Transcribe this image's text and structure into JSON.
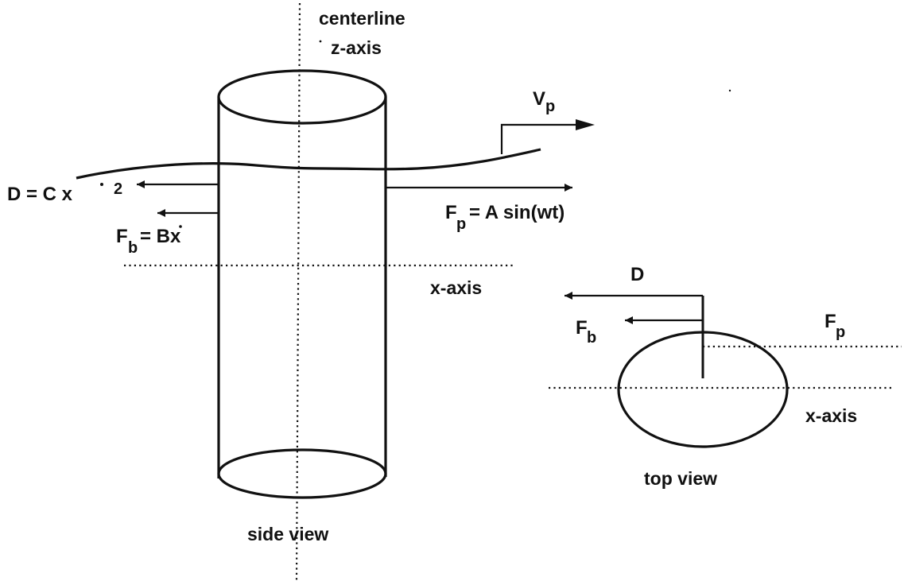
{
  "labels": {
    "centerline": "centerline",
    "z_axis": "z-axis",
    "v_p_main": "V",
    "v_p_sub": "p",
    "drag_eq": "D = C x",
    "drag_exp": "2",
    "fb_main": "F",
    "fb_sub": "b",
    "fb_eq": "= Bx",
    "fp_main": "F",
    "fp_sub": "p",
    "fp_eq": "= A sin(wt)",
    "x_axis_side": "x-axis",
    "side_view": "side view",
    "top_d": "D",
    "top_fb_main": "F",
    "top_fb_sub": "b",
    "top_fp_main": "F",
    "top_fp_sub": "p",
    "x_axis_top": "x-axis",
    "top_view": "top view"
  }
}
